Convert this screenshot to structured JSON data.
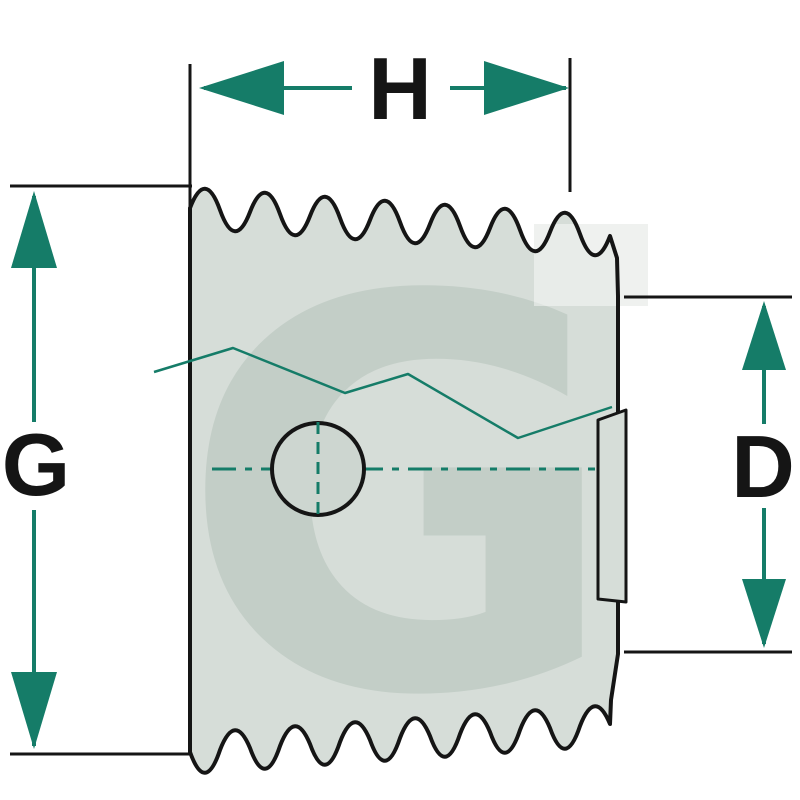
{
  "diagram": {
    "labels": {
      "h": "H",
      "g": "G",
      "d": "D"
    },
    "watermark_letter": "G"
  },
  "colors": {
    "accent": "#157c68",
    "line": "#151515",
    "body_fill": "#d6ddd8",
    "body_shade": "#cdd6d0",
    "watermark_dark": "#c3cec7",
    "watermark_light": "#eff1ef"
  }
}
